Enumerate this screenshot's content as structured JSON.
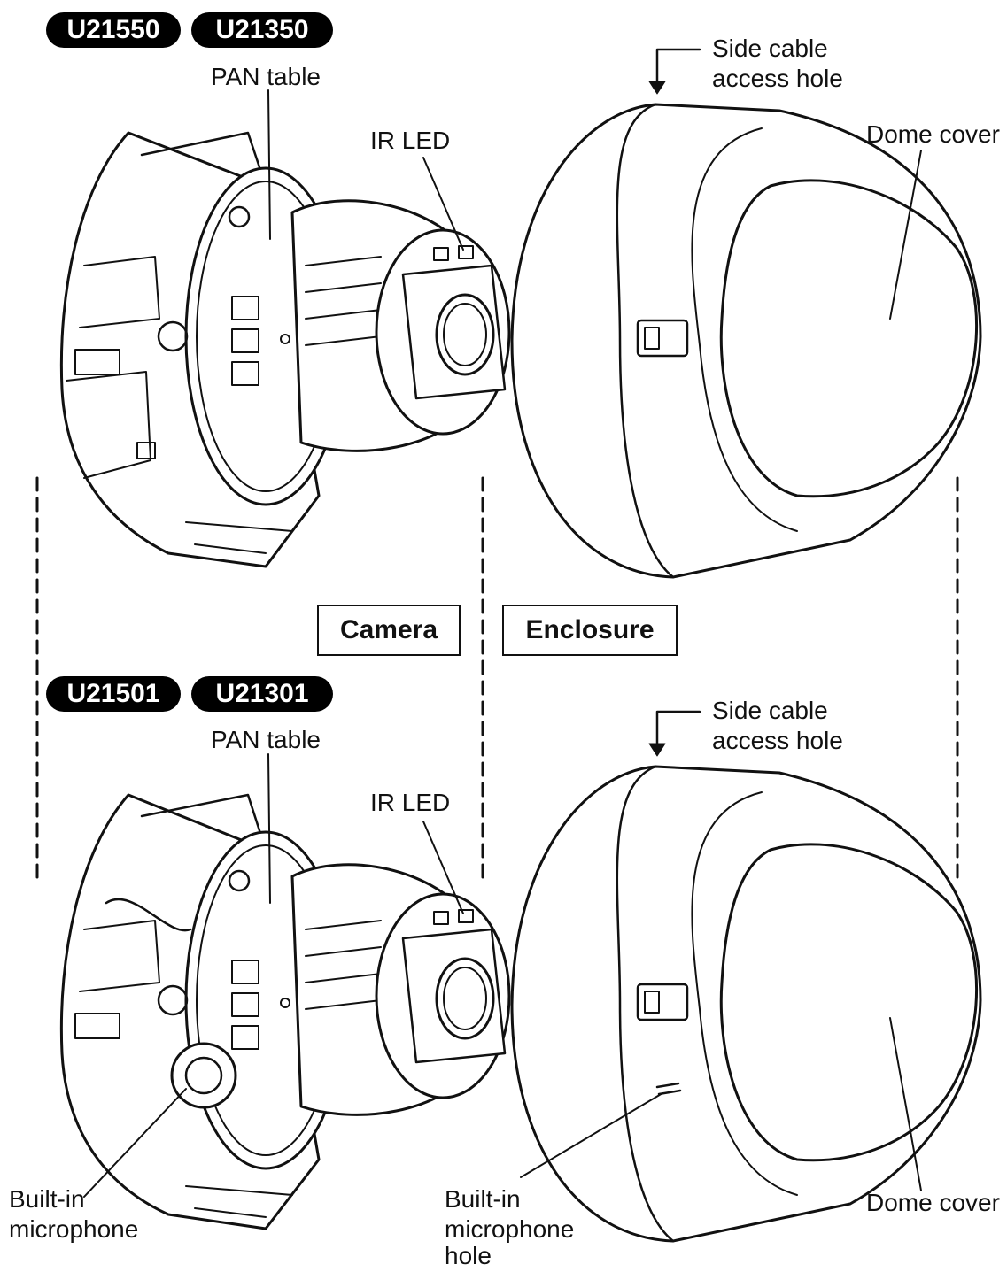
{
  "models": {
    "top": [
      "U21550",
      "U21350"
    ],
    "bottom": [
      "U21501",
      "U21301"
    ]
  },
  "sections": {
    "camera": "Camera",
    "enclosure": "Enclosure"
  },
  "labels": {
    "pan_table": "PAN table",
    "ir_led": "IR LED",
    "side_cable_line1": "Side cable",
    "side_cable_line2": "access hole",
    "dome_cover": "Dome cover",
    "mic_line1": "Built-in",
    "mic_line2": "microphone",
    "mic_hole_line1": "Built-in",
    "mic_hole_line2": "microphone",
    "mic_hole_line3": "hole"
  },
  "colors": {
    "ink": "#111111",
    "pill_bg": "#000000",
    "pill_text": "#ffffff",
    "paper": "#ffffff"
  }
}
